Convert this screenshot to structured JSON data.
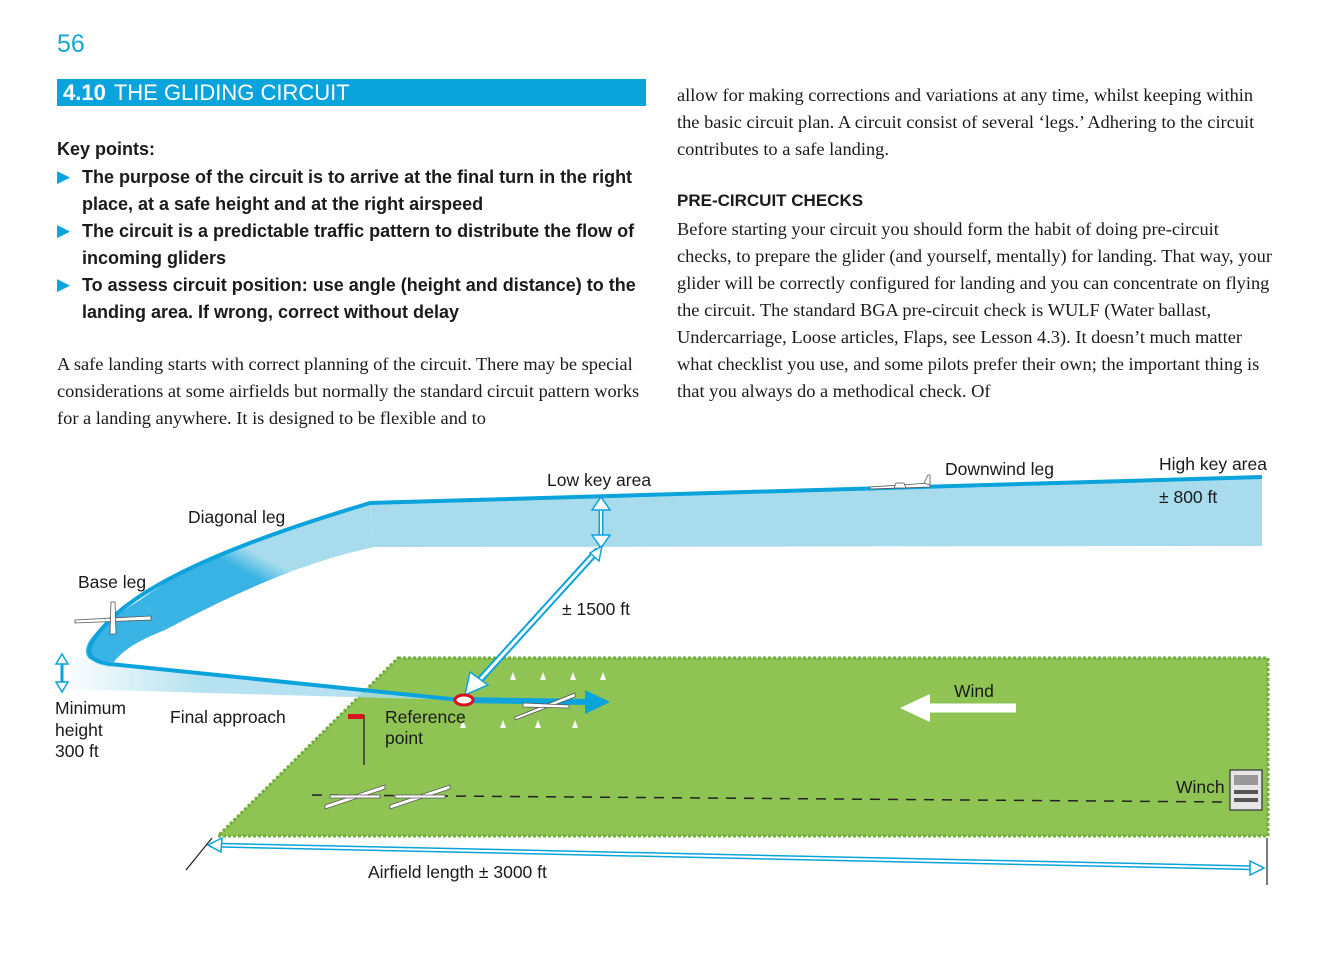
{
  "page": {
    "number": "56"
  },
  "section": {
    "number": "4.10",
    "title": "THE GLIDING CIRCUIT"
  },
  "key_points": {
    "title": "Key points:",
    "items": [
      "The purpose of the circuit is to arrive at the final turn in the right place, at a safe height and at the right airspeed",
      "The circuit is a predictable traffic pattern to distribute the flow of incoming gliders",
      "To assess circuit position: use angle (height and distance) to the landing area. If wrong, correct without delay"
    ]
  },
  "body": {
    "left_paragraph": "A safe landing starts with correct planning of the circuit. There may be special considerations at some airfields but normally the standard circuit pattern works for a landing anywhere. It is designed to be flexible and to",
    "right_paragraph_1": "allow for making corrections and variations at any time, whilst keeping within the basic circuit plan. A circuit consist of several ‘legs.’ Adhering to the circuit contributes to a safe landing.",
    "pre_circuit_heading": "PRE-CIRCUIT CHECKS",
    "right_paragraph_2": "Before starting your circuit you should form the habit of doing pre-circuit checks, to prepare the glider (and yourself, mentally) for landing. That way, your glider will be correctly configured for landing and you can concentrate on flying the circuit. The standard BGA pre-circuit check is WULF (Water ballast, Undercarriage, Loose articles, Flaps, see Lesson 4.3). It doesn’t much matter what checklist you use, and some pilots prefer their own; the important thing is that you always do a methodical check. Of"
  },
  "diagram": {
    "labels": {
      "low_key": "Low key area",
      "downwind": "Downwind leg",
      "high_key": "High key area",
      "high_key_height": "± 800 ft",
      "diagonal": "Diagonal leg",
      "base": "Base leg",
      "low_key_height": "± 1500 ft",
      "min_height_1": "Minimum",
      "min_height_2": "height",
      "min_height_3": "300 ft",
      "final": "Final approach",
      "ref_1": "Reference",
      "ref_2": "point",
      "wind": "Wind",
      "winch": "Winch",
      "length": "Airfield length ± 3000 ft"
    },
    "colors": {
      "accent": "#0aa3dc",
      "band": "#a8dced",
      "field": "#8fc455",
      "field_edge": "#6fae3a",
      "reference_ring": "#d9121f"
    }
  }
}
